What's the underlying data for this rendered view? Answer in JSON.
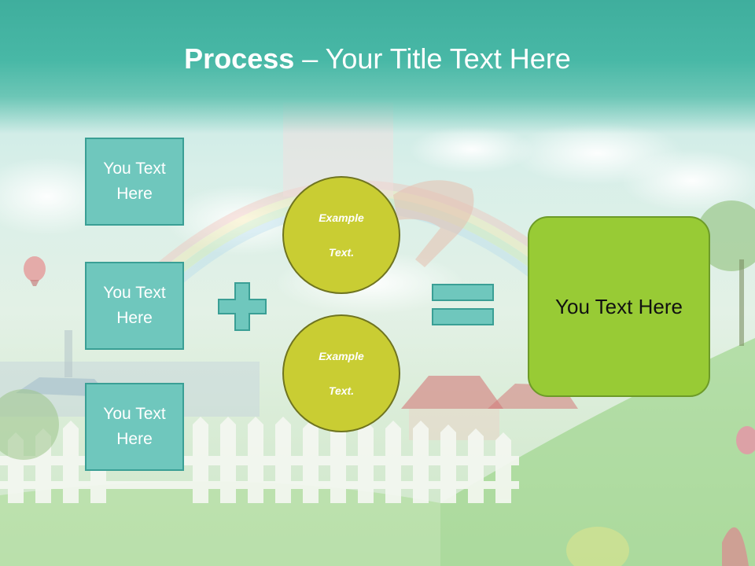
{
  "slide": {
    "title_bold": "Process",
    "title_rest": " – Your Title Text Here"
  },
  "left_boxes": [
    {
      "line1": "You Text",
      "line2": "Here"
    },
    {
      "line1": "You Text",
      "line2": "Here"
    },
    {
      "line1": "You Text",
      "line2": "Here"
    }
  ],
  "circles": [
    {
      "line1": "Example",
      "line2": "Text."
    },
    {
      "line1": "Example",
      "line2": "Text."
    }
  ],
  "result": {
    "text": "You Text Here"
  },
  "colors": {
    "title_band": "#48b8a6",
    "box_fill": "#6fc7bd",
    "box_border": "#3a9f95",
    "circle_fill": "#c9cd33",
    "result_fill": "#98cb35",
    "operator_fill": "#6fc7bd"
  },
  "icons": {
    "plus": "plus-icon",
    "equals": "equals-icon"
  }
}
